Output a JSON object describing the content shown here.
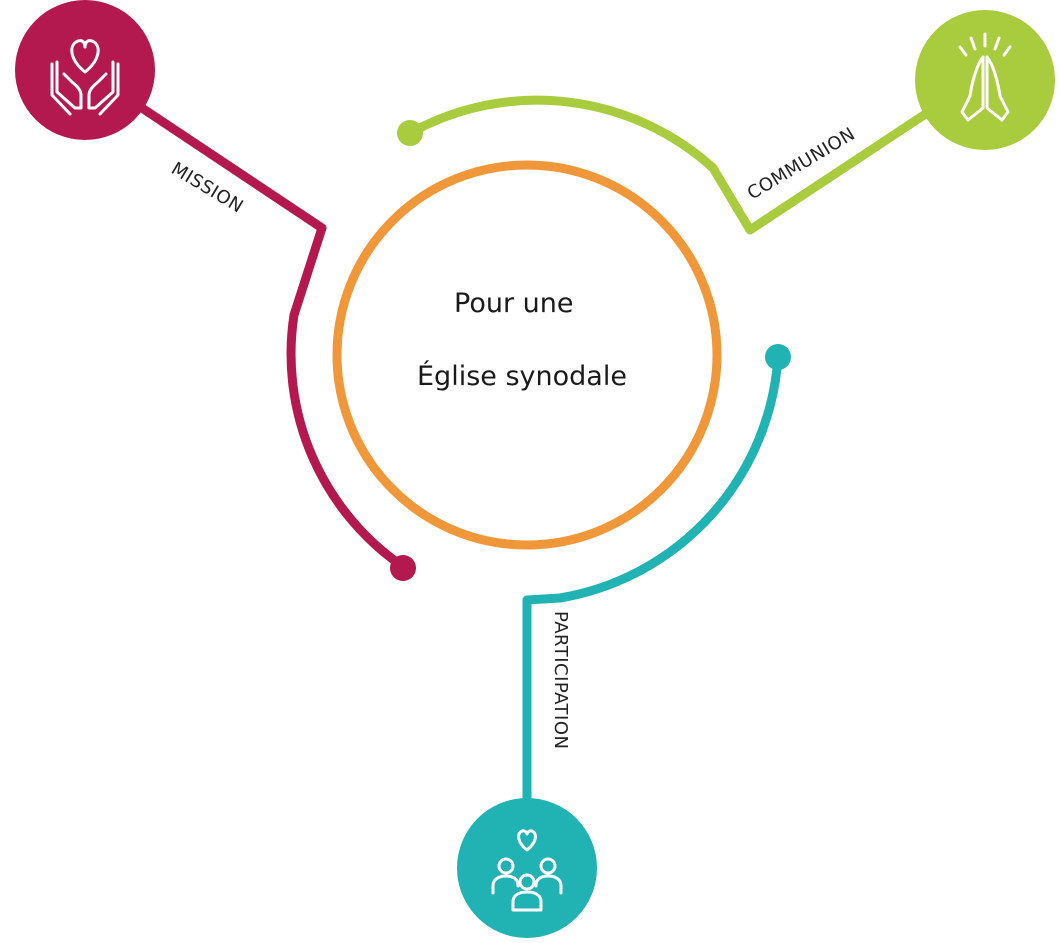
{
  "center": {
    "line1": "Pour une",
    "line2": "Église synodale"
  },
  "branches": {
    "mission": {
      "label": "MISSION",
      "icon": "hands-heart-icon"
    },
    "communion": {
      "label": "COMMUNION",
      "icon": "praying-hands-icon"
    },
    "participation": {
      "label": "PARTICIPATION",
      "icon": "people-heart-icon"
    }
  },
  "colors": {
    "center_ring": "#F0973A",
    "mission": "#B3194E",
    "communion": "#A9CC3E",
    "participation": "#21B2B4"
  }
}
